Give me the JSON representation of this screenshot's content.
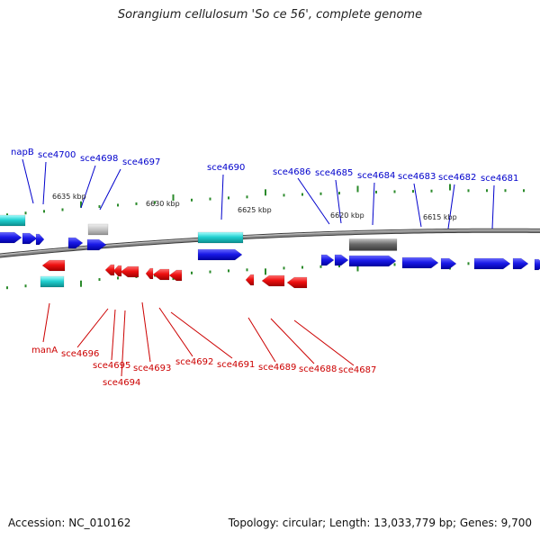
{
  "title": "Sorangium cellulosum 'So ce 56', complete genome",
  "footer": {
    "accession": "Accession: NC_010162",
    "summary": "Topology: circular; Length: 13,033,779 bp; Genes: 9,700"
  },
  "colors": {
    "forward_gene": "#1010e0",
    "reverse_gene": "#e00000",
    "rna_gene": "#20c8c8",
    "other_gene": "#808080",
    "backbone": "#808080",
    "tick": "#2a8a2a",
    "label_forward": "#0000cc",
    "label_reverse": "#cc0000"
  },
  "scale_labels": [
    "6635 kbp",
    "6630 kbp",
    "6625 kbp",
    "6620 kbp",
    "6615 kbp"
  ],
  "forward_labels": [
    "napB",
    "sce4700",
    "sce4698",
    "sce4697",
    "sce4690",
    "sce4686",
    "sce4685",
    "sce4684",
    "sce4683",
    "sce4682",
    "sce4681"
  ],
  "reverse_labels": [
    "manA",
    "sce4696",
    "sce4695",
    "sce4694",
    "sce4693",
    "sce4692",
    "sce4691",
    "sce4689",
    "sce4688",
    "sce4687"
  ]
}
